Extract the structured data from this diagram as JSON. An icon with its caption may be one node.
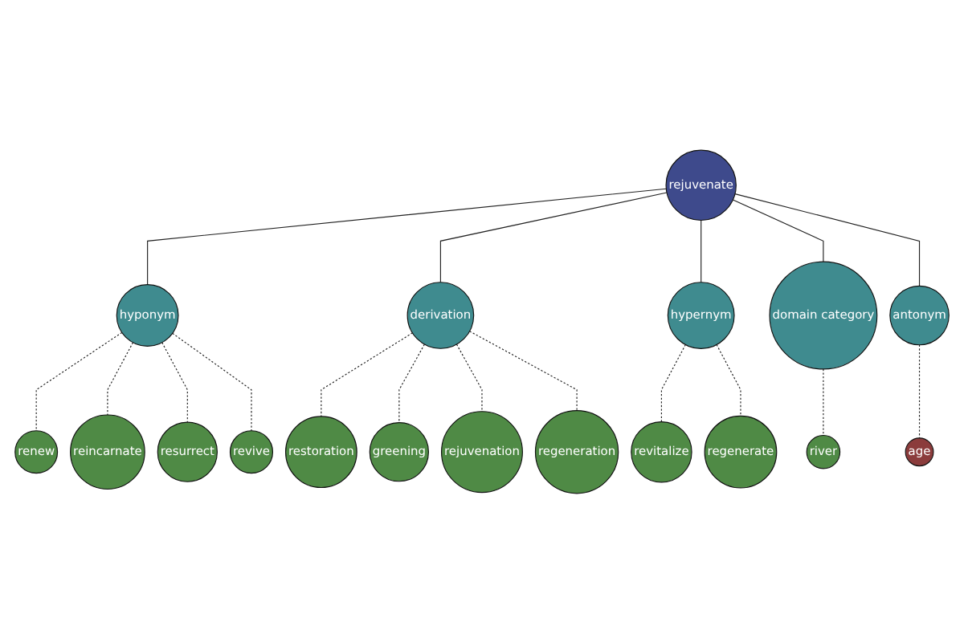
{
  "diagram": {
    "nodes": [
      {
        "text": [
          "reincarnate"
        ]
      },
      {
        "text": [
          "renew"
        ]
      },
      {
        "text": [
          "resurrect"
        ]
      },
      {
        "text": [
          "hyponym"
        ]
      },
      {
        "text": [
          "restoration"
        ]
      },
      {
        "text": [
          "revive"
        ]
      },
      {
        "text": [
          "greening"
        ]
      },
      {
        "text": [
          "derivation"
        ]
      },
      {
        "text": [
          "rejuvenation"
        ]
      },
      {
        "text": [
          "rejuvenate"
        ]
      },
      {
        "text": [
          "regeneration"
        ]
      },
      {
        "text": [
          "antonym"
        ]
      },
      {
        "text": [
          "hypernym"
        ]
      },
      {
        "text": [
          "domain category"
        ]
      },
      {
        "text": [
          "revitalize"
        ]
      },
      {
        "text": [
          "age"
        ]
      },
      {
        "text": [
          "regenerate"
        ]
      },
      {
        "text": [
          "river"
        ]
      }
    ],
    "edges": [
      {
        "from": 9,
        "to": 3,
        "arrow": "none"
      },
      {
        "from": 9,
        "to": 7,
        "arrow": "none"
      },
      {
        "from": 9,
        "to": 12,
        "arrow": "none"
      },
      {
        "from": 9,
        "to": 13,
        "arrow": "none"
      },
      {
        "from": 9,
        "to": 11,
        "arrow": "none"
      },
      {
        "from": 3,
        "to": 1,
        "arrow": "none",
        "style": "dashed"
      },
      {
        "from": 3,
        "to": 0,
        "arrow": "none",
        "style": "dashed"
      },
      {
        "from": 3,
        "to": 2,
        "arrow": "none",
        "style": "dashed"
      },
      {
        "from": 3,
        "to": 5,
        "arrow": "none",
        "style": "dashed"
      },
      {
        "from": 7,
        "to": 4,
        "arrow": "none",
        "style": "dashed"
      },
      {
        "from": 7,
        "to": 6,
        "arrow": "none",
        "style": "dashed"
      },
      {
        "from": 7,
        "to": 8,
        "arrow": "none",
        "style": "dashed"
      },
      {
        "from": 7,
        "to": 10,
        "arrow": "none",
        "style": "dashed"
      },
      {
        "from": 12,
        "to": 14,
        "arrow": "none",
        "style": "dashed"
      },
      {
        "from": 12,
        "to": 16,
        "arrow": "none",
        "style": "dashed"
      },
      {
        "from": 13,
        "to": 17,
        "arrow": "none",
        "style": "dashed"
      },
      {
        "from": 11,
        "to": 15,
        "arrow": "none",
        "style": "dashed"
      }
    ]
  }
}
